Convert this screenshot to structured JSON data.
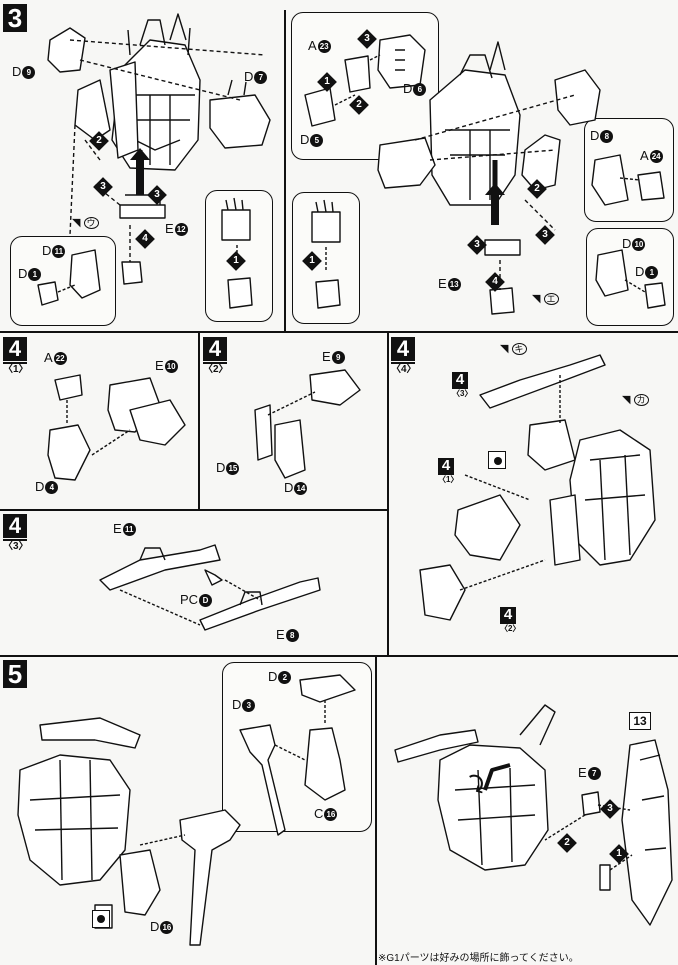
{
  "steps": {
    "s3": {
      "num": "3"
    },
    "s4": {
      "num": "4"
    },
    "s5": {
      "num": "5"
    }
  },
  "substeps": {
    "s4_1": {
      "num": "4",
      "sub": "〈1〉"
    },
    "s4_2": {
      "num": "4",
      "sub": "〈2〉"
    },
    "s4_3": {
      "num": "4",
      "sub": "〈3〉"
    },
    "s4_4": {
      "num": "4",
      "sub": "〈4〉"
    }
  },
  "refs": {
    "r43": {
      "num": "4",
      "sub": "〈3〉"
    },
    "r41": {
      "num": "4",
      "sub": "〈1〉"
    },
    "r42": {
      "num": "4",
      "sub": "〈2〉"
    }
  },
  "parts": {
    "s3": {
      "d9": {
        "letter": "D",
        "num": "9"
      },
      "d7": {
        "letter": "D",
        "num": "7"
      },
      "e12": {
        "letter": "E",
        "num": "12"
      },
      "d11": {
        "letter": "D",
        "num": "11"
      },
      "d1_left": {
        "letter": "D",
        "num": "1"
      },
      "a23": {
        "letter": "A",
        "num": "23"
      },
      "d6": {
        "letter": "D",
        "num": "6"
      },
      "d5": {
        "letter": "D",
        "num": "5"
      },
      "d8": {
        "letter": "D",
        "num": "8"
      },
      "a24": {
        "letter": "A",
        "num": "24"
      },
      "e13": {
        "letter": "E",
        "num": "13"
      },
      "d10": {
        "letter": "D",
        "num": "10"
      },
      "d1_right": {
        "letter": "D",
        "num": "1"
      }
    },
    "s4": {
      "a22": {
        "letter": "A",
        "num": "22"
      },
      "e10": {
        "letter": "E",
        "num": "10"
      },
      "d4": {
        "letter": "D",
        "num": "4"
      },
      "e9": {
        "letter": "E",
        "num": "9"
      },
      "d15": {
        "letter": "D",
        "num": "15"
      },
      "d14": {
        "letter": "D",
        "num": "14"
      },
      "e11": {
        "letter": "E",
        "num": "11"
      },
      "pcd": {
        "letter": "PC",
        "num": "D"
      },
      "e8": {
        "letter": "E",
        "num": "8"
      }
    },
    "s5": {
      "d2": {
        "letter": "D",
        "num": "2"
      },
      "d3": {
        "letter": "D",
        "num": "3"
      },
      "c16": {
        "letter": "C",
        "num": "16"
      },
      "d16": {
        "letter": "D",
        "num": "16"
      },
      "e7": {
        "letter": "E",
        "num": "7"
      }
    }
  },
  "stickers": {
    "wa": "ウ",
    "e": "エ",
    "ki": "キ",
    "ka": "カ"
  },
  "order_marks": [
    "1",
    "2",
    "3",
    "4"
  ],
  "box13": "13",
  "footer_note": "※G1パーツは好みの場所に飾ってください。"
}
